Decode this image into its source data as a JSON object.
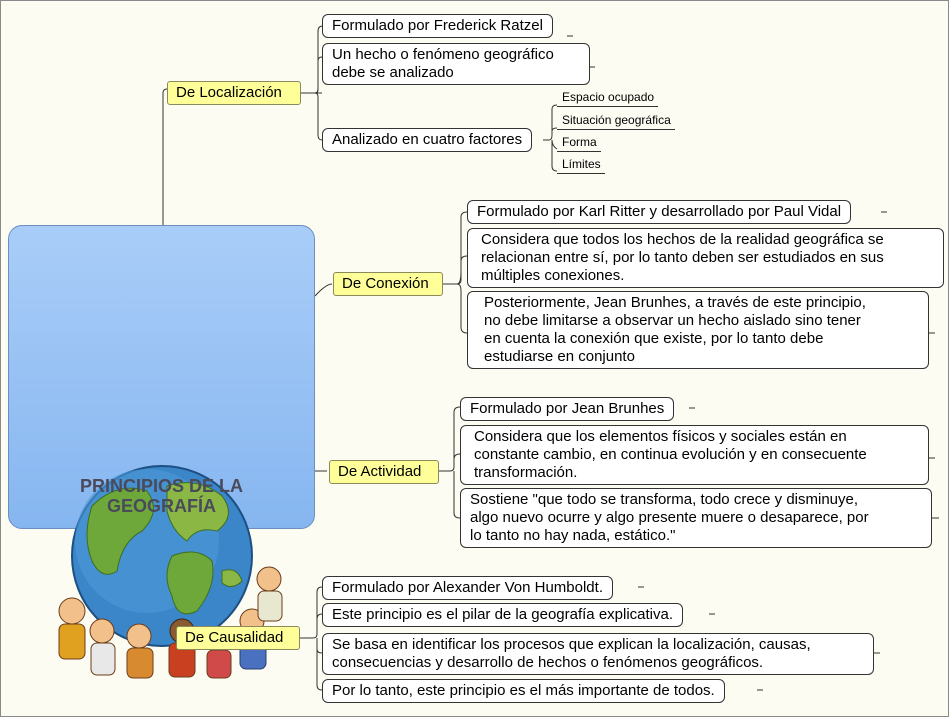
{
  "central": {
    "title": "PRINCIPIOS DE LA\nGEOGRAFÍA"
  },
  "branches": [
    {
      "label": "De Localización",
      "topics": [
        "Formulado por Frederick Ratzel",
        "Un hecho o fenómeno geográfico\ndebe se analizado",
        "Analizado en cuatro factores"
      ],
      "factors": [
        "Espacio ocupado",
        "Situación geográfica",
        "Forma",
        "Límites"
      ]
    },
    {
      "label": "De Conexión",
      "topics": [
        "Formulado por Karl Ritter y desarrollado por Paul Vidal",
        "Considera que todos los hechos de la realidad geográfica se\nrelacionan entre sí, por lo tanto deben ser estudiados en sus\nmúltiples conexiones.",
        "Posteriormente, Jean Brunhes, a través de este principio,\nno debe limitarse a observar un hecho aislado sino tener\nen cuenta la conexión que existe, por lo tanto debe\nestudiarse en conjunto"
      ]
    },
    {
      "label": "De Actividad",
      "topics": [
        "Formulado por Jean Brunhes",
        "Considera que los elementos físicos y sociales están en\nconstante cambio, en continua evolución y en consecuente\ntransformación.",
        "Sostiene \"que todo se transforma, todo crece y disminuye,\nalgo nuevo ocurre y algo presente muere o desaparece, por\nlo tanto no hay nada, estático.\""
      ]
    },
    {
      "label": "De Causalidad",
      "topics": [
        "Formulado por Alexander Von Humboldt.",
        "Este principio es el pilar de la geografía explicativa.",
        "Se basa en identificar los procesos que explican la localización, causas,\nconsecuencias y desarrollo de hechos o fenómenos geográficos.",
        "Por lo tanto, este principio es el más importante de todos."
      ]
    }
  ],
  "colors": {
    "branch_fill": "#ffff99",
    "central_fill": "#94c0f4",
    "topic_fill": "#ffffff",
    "background": "#fdfcf2"
  }
}
